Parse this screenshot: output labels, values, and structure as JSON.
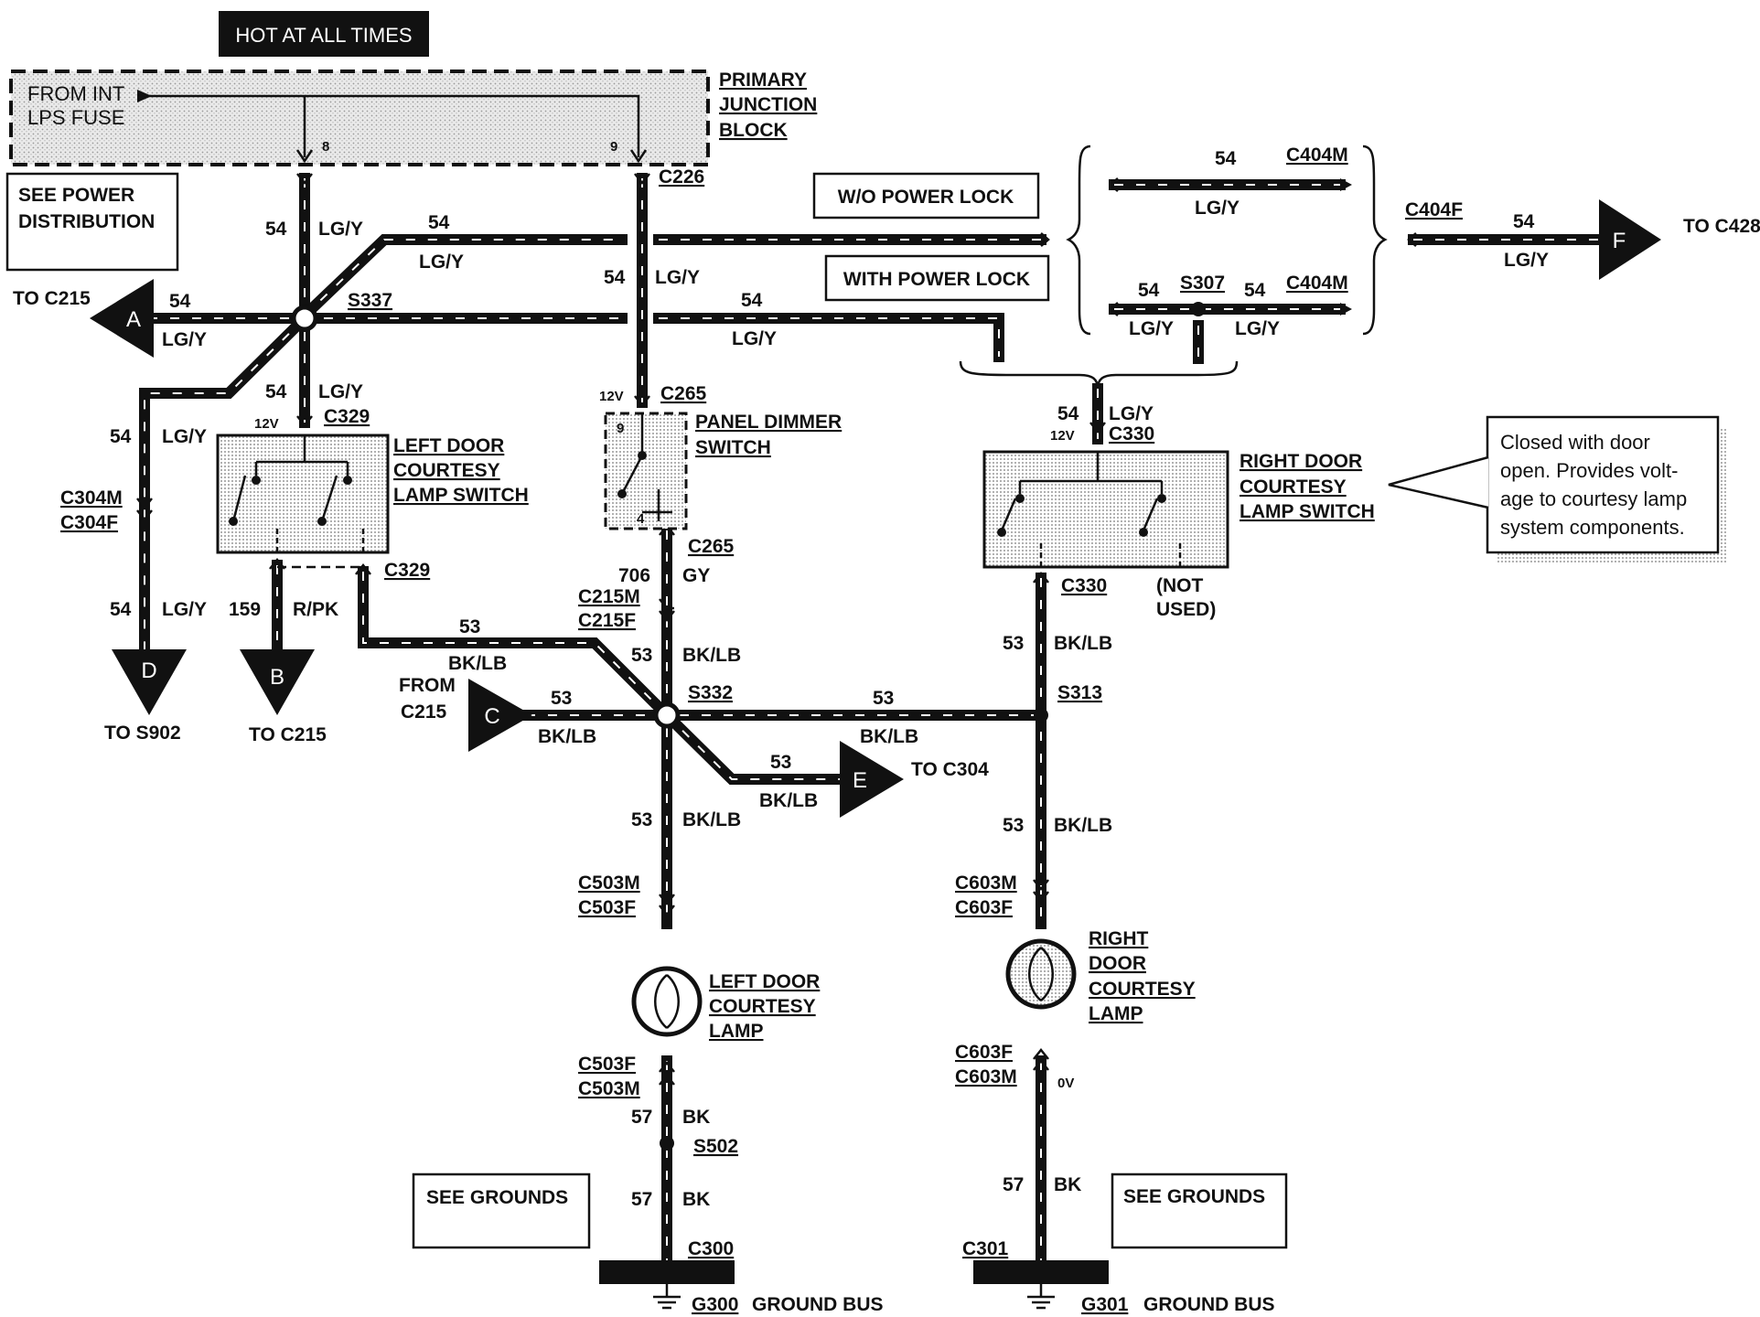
{
  "hot_label": "HOT AT ALL TIMES",
  "junction": {
    "from_fuse": [
      "FROM INT",
      "LPS FUSE"
    ],
    "name": [
      "PRIMARY",
      "JUNCTION",
      "BLOCK"
    ],
    "pin_left": "8",
    "pin_right": "9"
  },
  "see_power": [
    "SEE POWER",
    "DISTRIBUTION"
  ],
  "wo_power_lock": "W/O POWER LOCK",
  "with_power_lock": "WITH POWER LOCK",
  "connectors": {
    "c226": "C226",
    "c329_top": "C329",
    "c329_bottom": "C329",
    "c265_top": "C265",
    "c265_bottom": "C265",
    "c215m": "C215M",
    "c215f": "C215F",
    "c304m": "C304M",
    "c304f": "C304F",
    "c404m_a": "C404M",
    "c404m_b": "C404M",
    "c404f": "C404F",
    "s307": "S307",
    "s337": "S337",
    "s332": "S332",
    "s313": "S313",
    "s502": "S502",
    "c330_top": "C330",
    "c330_bottom": "C330",
    "c503m_a": "C503M",
    "c503f_a": "C503F",
    "c503f_b": "C503F",
    "c503m_b": "C503M",
    "c603m_a": "C603M",
    "c603f_a": "C603F",
    "c603f_b": "C603F",
    "c603m_b": "C603M",
    "c300": "C300",
    "c301": "C301"
  },
  "wire_numbers": {
    "w54": "54",
    "w53": "53",
    "w57": "57",
    "w159": "159",
    "w706": "706"
  },
  "wire_colors": {
    "lgy": "LG/Y",
    "bklb": "BK/LB",
    "rpk": "R/PK",
    "gy": "GY",
    "bk": "BK"
  },
  "voltages": {
    "v12": "12V",
    "v0": "0V"
  },
  "pins": {
    "p9": "9",
    "p4": "4"
  },
  "components": {
    "left_switch": [
      "LEFT DOOR",
      "COURTESY",
      "LAMP SWITCH"
    ],
    "panel_dimmer": [
      "PANEL DIMMER",
      "SWITCH"
    ],
    "right_switch": [
      "RIGHT DOOR",
      "COURTESY",
      "LAMP SWITCH"
    ],
    "left_lamp": [
      "LEFT DOOR",
      "COURTESY",
      "LAMP"
    ],
    "right_lamp": [
      "RIGHT",
      "DOOR",
      "COURTESY",
      "LAMP"
    ]
  },
  "not_used": [
    "(NOT",
    "USED)"
  ],
  "note": [
    "Closed     with     door",
    "open.  Provides  volt-",
    "age to courtesy lamp",
    "system components."
  ],
  "arrows": {
    "a": {
      "letter": "A",
      "dest": "TO  C215"
    },
    "b": {
      "letter": "B",
      "dest": "TO  C215"
    },
    "c": {
      "letter": "C",
      "dest": [
        "FROM",
        "C215"
      ]
    },
    "d": {
      "letter": "D",
      "dest": "TO  S902"
    },
    "e": {
      "letter": "E",
      "dest": "TO  C304"
    },
    "f": {
      "letter": "F",
      "dest": "TO  C428"
    }
  },
  "see_grounds_left": "SEE GROUNDS",
  "see_grounds_right": "SEE GROUNDS",
  "grounds": {
    "g300": "G300",
    "g301": "G301",
    "bus_left": "GROUND BUS",
    "bus_right": "GROUND BUS"
  }
}
